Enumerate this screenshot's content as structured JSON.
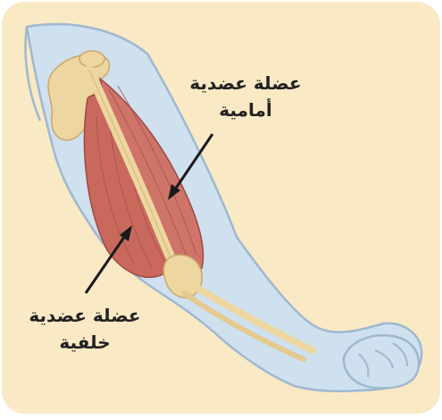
{
  "diagram": {
    "labels": {
      "front_muscle": {
        "line1": "عضلة عضدية",
        "line2": "أمامية"
      },
      "back_muscle": {
        "line1": "عضلة عضدية",
        "line2": "خلفية"
      }
    },
    "colors": {
      "background": "#f9e9c4",
      "arm_skin": "#cfe0ef",
      "arm_outline": "#9fb8d0",
      "bone": "#eed6a0",
      "muscle": "#c9695e",
      "arrow": "#1a1a1a"
    }
  }
}
